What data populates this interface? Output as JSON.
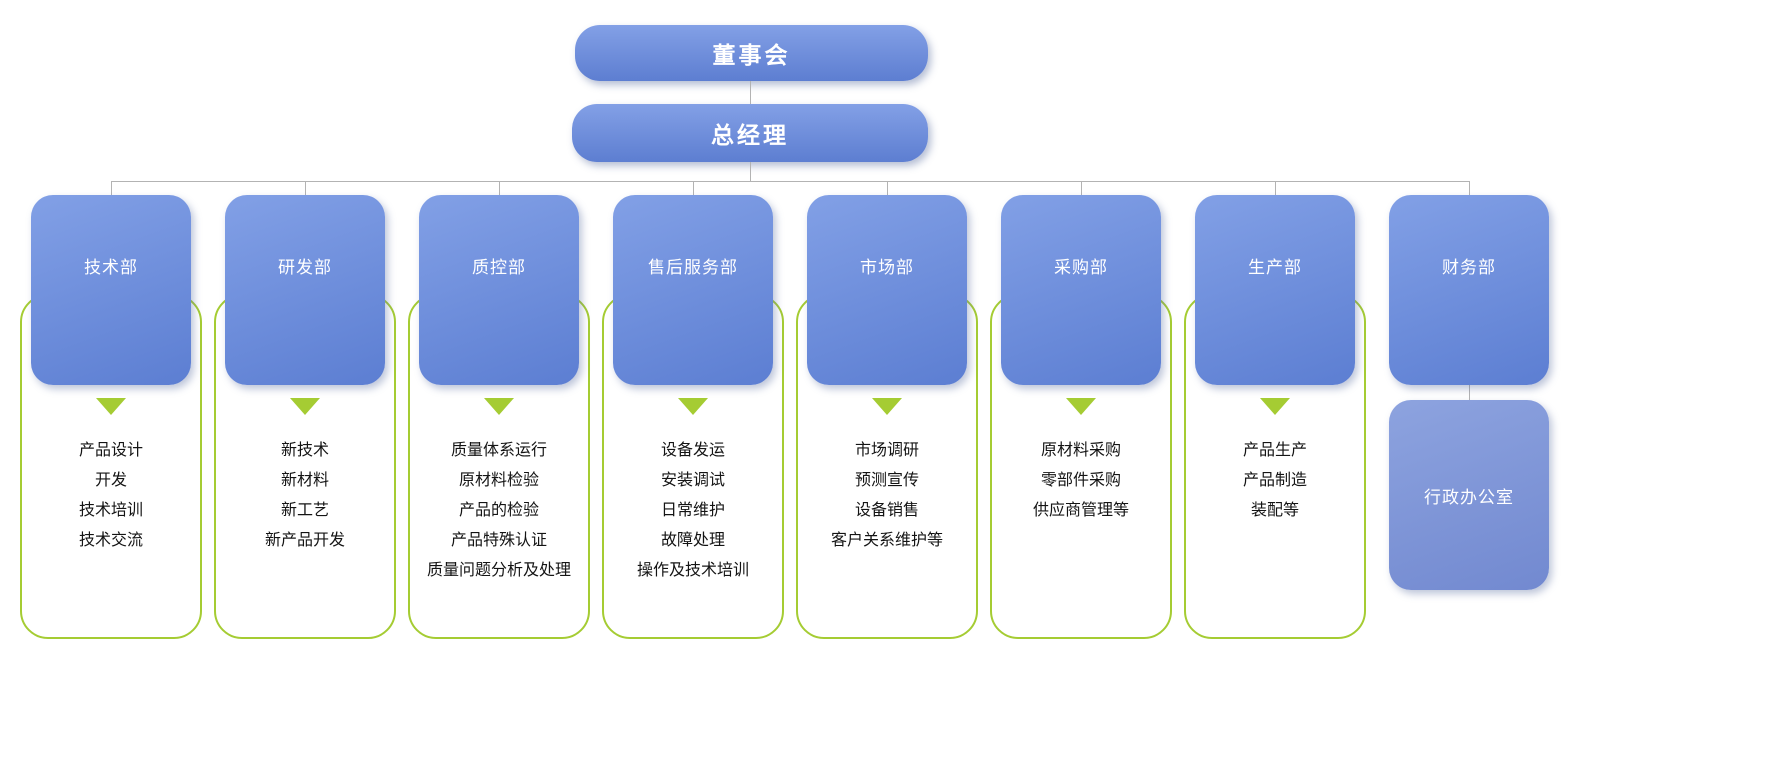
{
  "orgchart": {
    "board": "董事会",
    "general_manager": "总经理",
    "departments": [
      {
        "name": "技术部",
        "items": [
          "产品设计",
          "开发",
          "技术培训",
          "技术交流"
        ]
      },
      {
        "name": "研发部",
        "items": [
          "新技术",
          "新材料",
          "新工艺",
          "新产品开发"
        ]
      },
      {
        "name": "质控部",
        "items": [
          "质量体系运行",
          "原材料检验",
          "产品的检验",
          "产品特殊认证",
          "质量问题分析及处理"
        ]
      },
      {
        "name": "售后服务部",
        "items": [
          "设备发运",
          "安装调试",
          "日常维护",
          "故障处理",
          "操作及技术培训"
        ]
      },
      {
        "name": "市场部",
        "items": [
          "市场调研",
          "预测宣传",
          "设备销售",
          "客户关系维护等"
        ]
      },
      {
        "name": "采购部",
        "items": [
          "原材料采购",
          "零部件采购",
          "供应商管理等"
        ]
      },
      {
        "name": "生产部",
        "items": [
          "产品生产",
          "产品制造",
          "装配等"
        ]
      },
      {
        "name": "财务部",
        "items": [],
        "sub_office": "行政办公室"
      }
    ],
    "colors": {
      "node_blue": "#6285d8",
      "sub_node_blue": "#7d94da",
      "accent_green": "#a5cc33",
      "connector_gray": "#b3b3b3"
    }
  }
}
